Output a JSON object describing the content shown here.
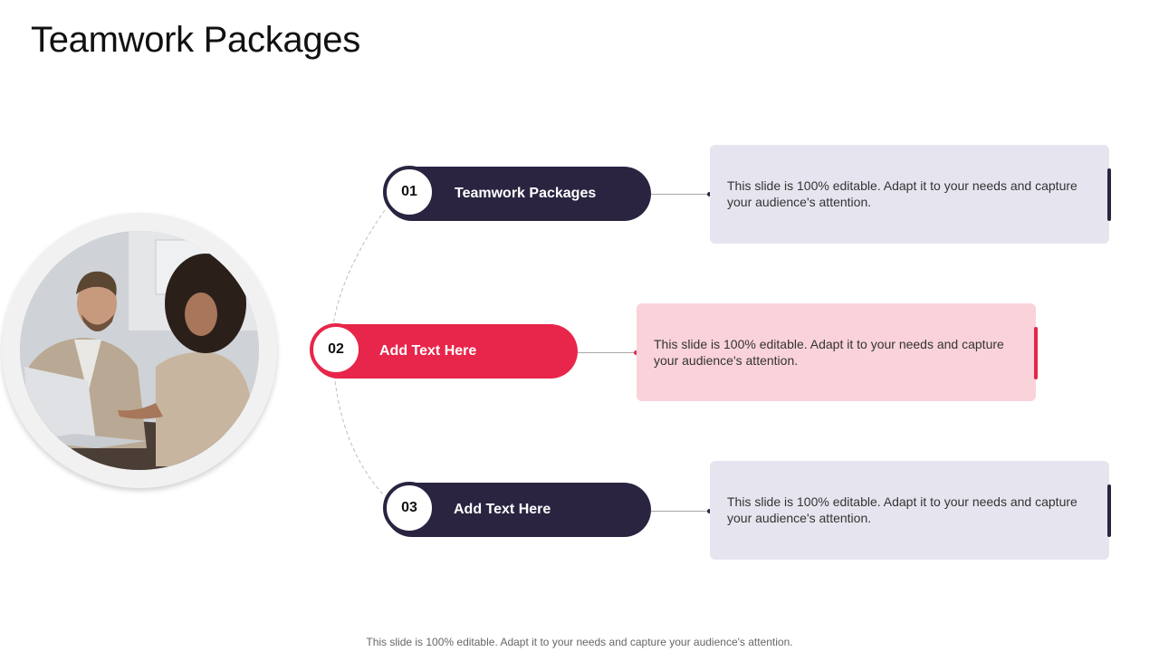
{
  "slide": {
    "title": "Teamwork Packages",
    "footer": "This slide is 100% editable. Adapt it to your needs and capture your audience's attention."
  },
  "colors": {
    "dark": "#2a2440",
    "red": "#e8254a",
    "light_box": "#e6e5ef",
    "pink_box": "#fad3da"
  },
  "items": [
    {
      "number": "01",
      "label": "Teamwork Packages",
      "description": "This slide is 100% editable. Adapt it to your needs and capture your audience's attention.",
      "theme": "dark"
    },
    {
      "number": "02",
      "label": "Add Text Here",
      "description": "This slide is 100% editable. Adapt it to your needs and capture your audience's attention.",
      "theme": "red"
    },
    {
      "number": "03",
      "label": "Add Text Here",
      "description": "This slide is 100% editable. Adapt it to your needs and capture your audience's attention.",
      "theme": "dark"
    }
  ]
}
